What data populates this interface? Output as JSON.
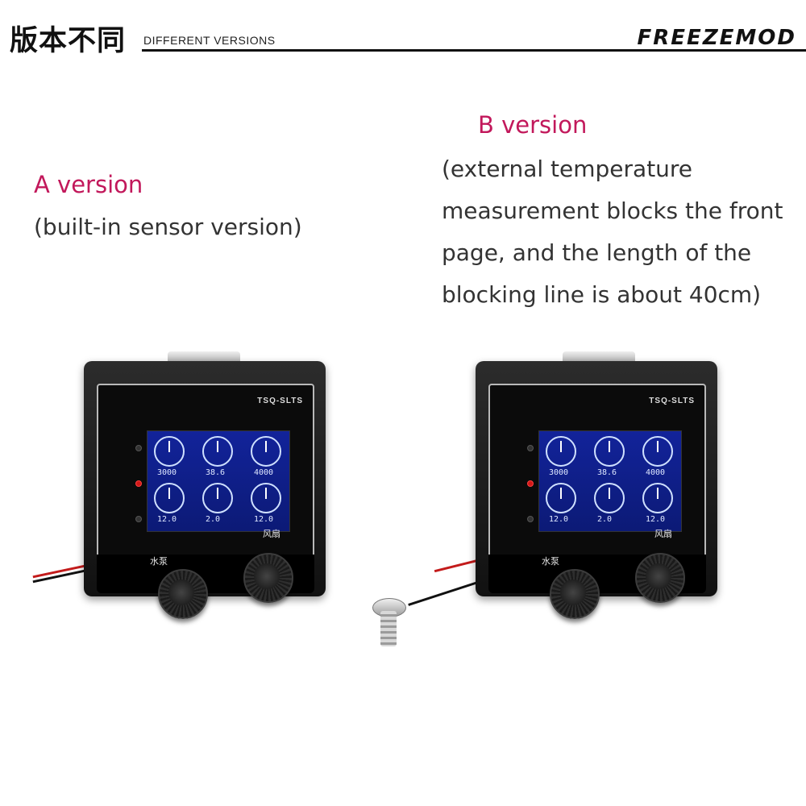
{
  "header": {
    "title_cn": "版本不同",
    "title_en": "DIFFERENT VERSIONS",
    "brand": "FREEZEMOD"
  },
  "versions": {
    "a": {
      "title": "A version",
      "description": "(built-in sensor version)"
    },
    "b": {
      "title": "B version",
      "description_lines": [
        "(external temperature",
        "measurement blocks the front",
        "page, and the length of the",
        "blocking line is about 40cm)"
      ]
    }
  },
  "device": {
    "model": "TSQ-SLTS",
    "label_pump": "水泵",
    "label_fan": "风扇",
    "readings": [
      "3000",
      "38.6",
      "4000",
      "12.0",
      "2.0",
      "12.0"
    ]
  },
  "colors": {
    "accent": "#c2185b",
    "screen": "#12239a"
  }
}
